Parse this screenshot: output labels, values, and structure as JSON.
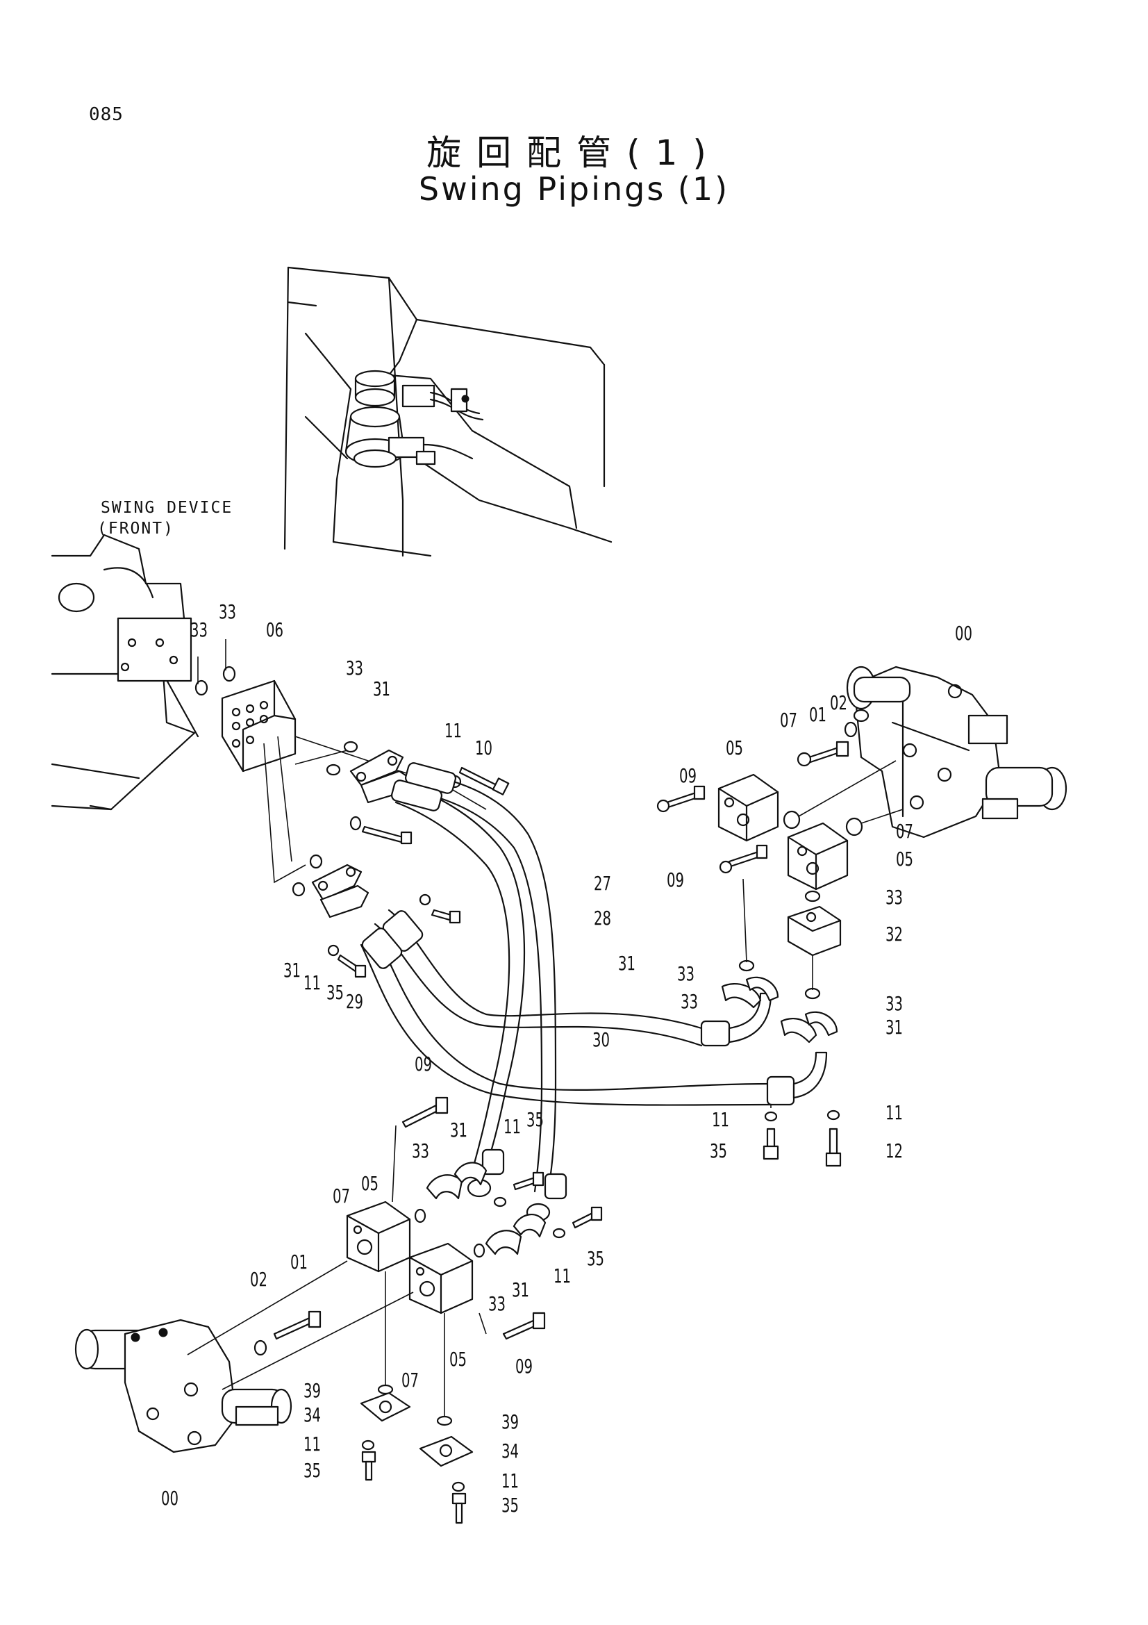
{
  "page_number": "085",
  "title_ja": "旋回配管(1)",
  "title_en": "Swing Pipings (1)",
  "swing_device_label": {
    "line1": "SWING DEVICE",
    "line2": "(FRONT)"
  },
  "callouts": [
    {
      "id": "c1",
      "text": "33"
    },
    {
      "id": "c2",
      "text": "33"
    },
    {
      "id": "c3",
      "text": "06"
    },
    {
      "id": "c4",
      "text": "33"
    },
    {
      "id": "c5",
      "text": "31"
    },
    {
      "id": "c6",
      "text": "11"
    },
    {
      "id": "c7",
      "text": "10"
    },
    {
      "id": "c8",
      "text": "00"
    },
    {
      "id": "c9",
      "text": "07"
    },
    {
      "id": "c10",
      "text": "01"
    },
    {
      "id": "c11",
      "text": "02"
    },
    {
      "id": "c12",
      "text": "05"
    },
    {
      "id": "c13",
      "text": "09"
    },
    {
      "id": "c14",
      "text": "07"
    },
    {
      "id": "c15",
      "text": "05"
    },
    {
      "id": "c16",
      "text": "09"
    },
    {
      "id": "c17",
      "text": "27"
    },
    {
      "id": "c18",
      "text": "28"
    },
    {
      "id": "c19",
      "text": "33"
    },
    {
      "id": "c20",
      "text": "32"
    },
    {
      "id": "c21",
      "text": "33"
    },
    {
      "id": "c22",
      "text": "33"
    },
    {
      "id": "c23",
      "text": "31"
    },
    {
      "id": "c24",
      "text": "11"
    },
    {
      "id": "c25",
      "text": "35"
    },
    {
      "id": "c26",
      "text": "29"
    },
    {
      "id": "c27",
      "text": "31"
    },
    {
      "id": "c28",
      "text": "33"
    },
    {
      "id": "c29",
      "text": "31"
    },
    {
      "id": "c30",
      "text": "30"
    },
    {
      "id": "c31",
      "text": "11"
    },
    {
      "id": "c32",
      "text": "35"
    },
    {
      "id": "c33",
      "text": "11"
    },
    {
      "id": "c34",
      "text": "12"
    },
    {
      "id": "c35",
      "text": "09"
    },
    {
      "id": "c36",
      "text": "33"
    },
    {
      "id": "c37",
      "text": "31"
    },
    {
      "id": "c38",
      "text": "11"
    },
    {
      "id": "c39",
      "text": "35"
    },
    {
      "id": "c40",
      "text": "07"
    },
    {
      "id": "c41",
      "text": "05"
    },
    {
      "id": "c42",
      "text": "02"
    },
    {
      "id": "c43",
      "text": "01"
    },
    {
      "id": "c44",
      "text": "35"
    },
    {
      "id": "c45",
      "text": "11"
    },
    {
      "id": "c46",
      "text": "33"
    },
    {
      "id": "c47",
      "text": "31"
    },
    {
      "id": "c48",
      "text": "05"
    },
    {
      "id": "c49",
      "text": "09"
    },
    {
      "id": "c50",
      "text": "07"
    },
    {
      "id": "c51",
      "text": "39"
    },
    {
      "id": "c52",
      "text": "34"
    },
    {
      "id": "c53",
      "text": "11"
    },
    {
      "id": "c54",
      "text": "35"
    },
    {
      "id": "c55",
      "text": "39"
    },
    {
      "id": "c56",
      "text": "34"
    },
    {
      "id": "c57",
      "text": "11"
    },
    {
      "id": "c58",
      "text": "35"
    },
    {
      "id": "c59",
      "text": "00"
    }
  ]
}
